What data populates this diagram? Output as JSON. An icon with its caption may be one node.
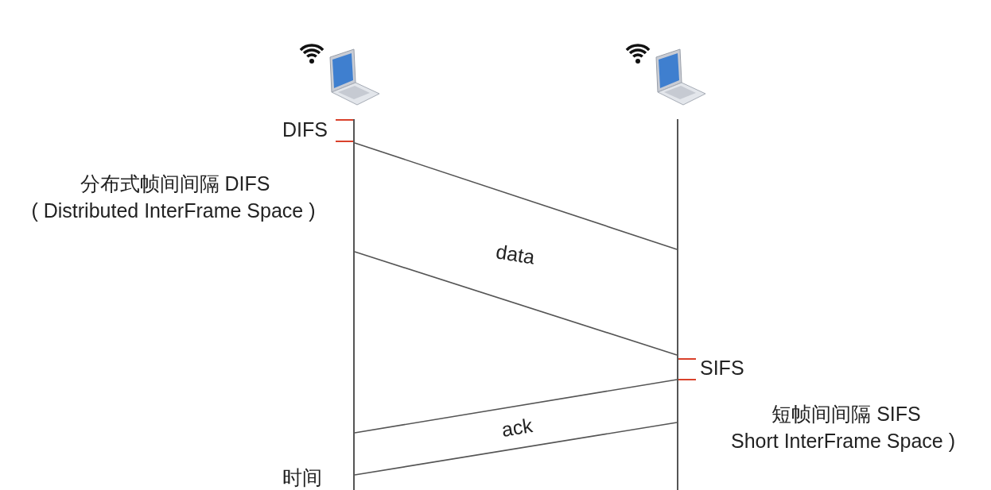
{
  "diagram": {
    "nodes": [
      {
        "text": [],
        "shape": "picture"
      },
      {
        "text": [],
        "shape": "picture"
      },
      {
        "text": [],
        "shape": "bar"
      },
      {
        "text": [],
        "shape": "bar"
      }
    ],
    "edges": [
      {
        "from": 2,
        "to": 3,
        "arrow": "none"
      },
      {
        "from": 2,
        "to": 3,
        "arrow": "none"
      },
      {
        "from": 3,
        "to": 2,
        "arrow": "none"
      },
      {
        "from": 3,
        "to": 2,
        "arrow": "none"
      }
    ],
    "labels": [
      "DIFS",
      "分布式帧间间隔 DIFS",
      "( Distributed InterFrame Space )",
      "data",
      "SIFS",
      "ack",
      "短帧间间隔 SIFS",
      "Short InterFrame Space )",
      "时间"
    ]
  }
}
